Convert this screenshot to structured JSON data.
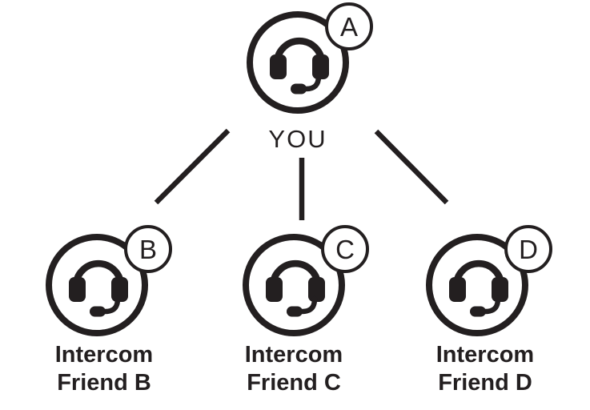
{
  "diagram": {
    "type": "intercom-pairing-tree",
    "root": {
      "badge": "A",
      "label": "YOU",
      "icon": "headset-icon"
    },
    "children": [
      {
        "badge": "B",
        "label_line1": "Intercom",
        "label_line2": "Friend B",
        "icon": "headset-icon"
      },
      {
        "badge": "C",
        "label_line1": "Intercom",
        "label_line2": "Friend C",
        "icon": "headset-icon"
      },
      {
        "badge": "D",
        "label_line1": "Intercom",
        "label_line2": "Friend D",
        "icon": "headset-icon"
      }
    ],
    "connections": [
      {
        "from": "A",
        "to": "B"
      },
      {
        "from": "A",
        "to": "C"
      },
      {
        "from": "A",
        "to": "D"
      }
    ],
    "colors": {
      "ink": "#231f20",
      "background": "#ffffff",
      "badge_fill": "#ffffff"
    }
  }
}
